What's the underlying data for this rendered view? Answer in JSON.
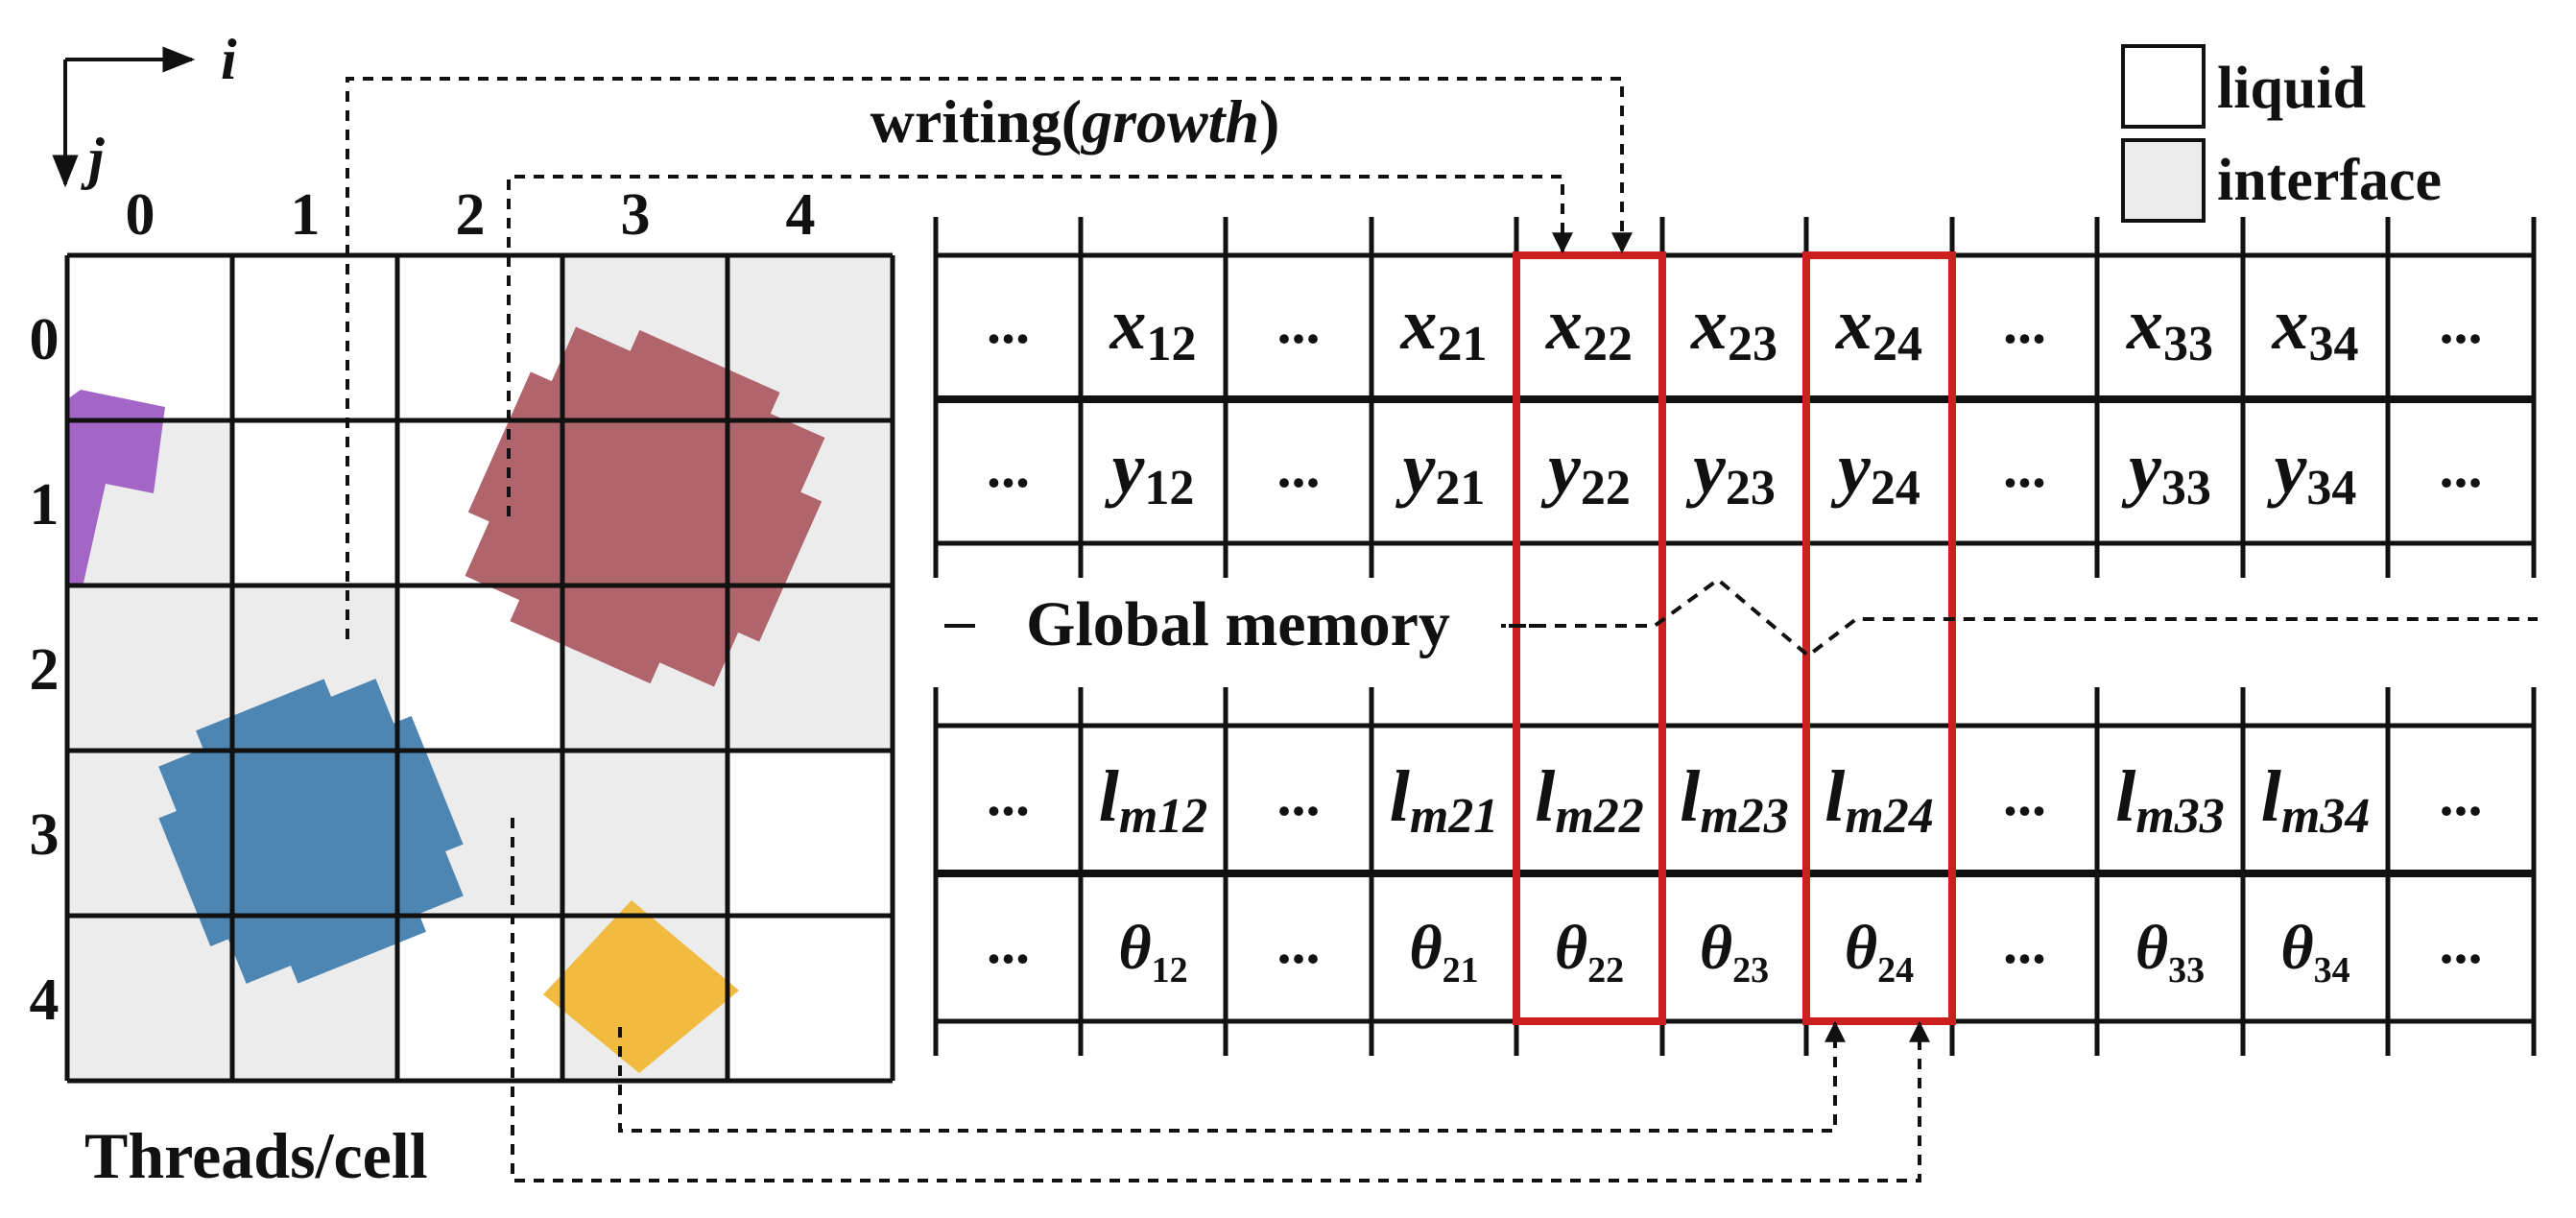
{
  "axes": {
    "i_label": "i",
    "j_label": "j"
  },
  "legend": {
    "items": [
      {
        "label": "liquid",
        "color": "#ffffff"
      },
      {
        "label": "interface",
        "color": "#ececec"
      }
    ]
  },
  "caption_top": {
    "main": "writing(",
    "italic": "growth",
    "close": ")"
  },
  "grid": {
    "col_labels": [
      "0",
      "1",
      "2",
      "3",
      "4"
    ],
    "row_labels": [
      "0",
      "1",
      "2",
      "3",
      "4"
    ],
    "interface_cells": [
      [
        0,
        3
      ],
      [
        0,
        4
      ],
      [
        1,
        0
      ],
      [
        1,
        3
      ],
      [
        1,
        4
      ],
      [
        2,
        0
      ],
      [
        2,
        1
      ],
      [
        2,
        3
      ],
      [
        2,
        4
      ],
      [
        3,
        0
      ],
      [
        3,
        1
      ],
      [
        3,
        2
      ],
      [
        3,
        3
      ],
      [
        4,
        0
      ],
      [
        4,
        1
      ],
      [
        4,
        3
      ]
    ],
    "caption": "Threads/cell"
  },
  "crystals": [
    {
      "name": "purple-crystal",
      "color": "#a466c6"
    },
    {
      "name": "red-crystal",
      "color": "#b0656c"
    },
    {
      "name": "blue-crystal",
      "color": "#4e86b3"
    },
    {
      "name": "yellow-crystal",
      "color": "#f0bb3e"
    }
  ],
  "memory": {
    "label": "Global memory",
    "highlight_color": "#cc1f1f",
    "highlight_columns": [
      4,
      6
    ],
    "top_rows": [
      [
        {
          "b": "..."
        },
        {
          "b": "x",
          "s": "12"
        },
        {
          "b": "..."
        },
        {
          "b": "x",
          "s": "21"
        },
        {
          "b": "x",
          "s": "22"
        },
        {
          "b": "x",
          "s": "23"
        },
        {
          "b": "x",
          "s": "24"
        },
        {
          "b": "..."
        },
        {
          "b": "x",
          "s": "33"
        },
        {
          "b": "x",
          "s": "34"
        },
        {
          "b": "..."
        }
      ],
      [
        {
          "b": "..."
        },
        {
          "b": "y",
          "s": "12"
        },
        {
          "b": "..."
        },
        {
          "b": "y",
          "s": "21"
        },
        {
          "b": "y",
          "s": "22"
        },
        {
          "b": "y",
          "s": "23"
        },
        {
          "b": "y",
          "s": "24"
        },
        {
          "b": "..."
        },
        {
          "b": "y",
          "s": "33"
        },
        {
          "b": "y",
          "s": "34"
        },
        {
          "b": "..."
        }
      ]
    ],
    "bottom_rows": [
      [
        {
          "b": "..."
        },
        {
          "b": "l",
          "s": "m12"
        },
        {
          "b": "..."
        },
        {
          "b": "l",
          "s": "m21"
        },
        {
          "b": "l",
          "s": "m22"
        },
        {
          "b": "l",
          "s": "m23"
        },
        {
          "b": "l",
          "s": "m24"
        },
        {
          "b": "..."
        },
        {
          "b": "l",
          "s": "m33"
        },
        {
          "b": "l",
          "s": "m34"
        },
        {
          "b": "..."
        }
      ],
      [
        {
          "b": "..."
        },
        {
          "b": "θ",
          "s": "12"
        },
        {
          "b": "..."
        },
        {
          "b": "θ",
          "s": "21"
        },
        {
          "b": "θ",
          "s": "22"
        },
        {
          "b": "θ",
          "s": "23"
        },
        {
          "b": "θ",
          "s": "24"
        },
        {
          "b": "..."
        },
        {
          "b": "θ",
          "s": "33"
        },
        {
          "b": "θ",
          "s": "34"
        },
        {
          "b": "..."
        }
      ]
    ]
  }
}
